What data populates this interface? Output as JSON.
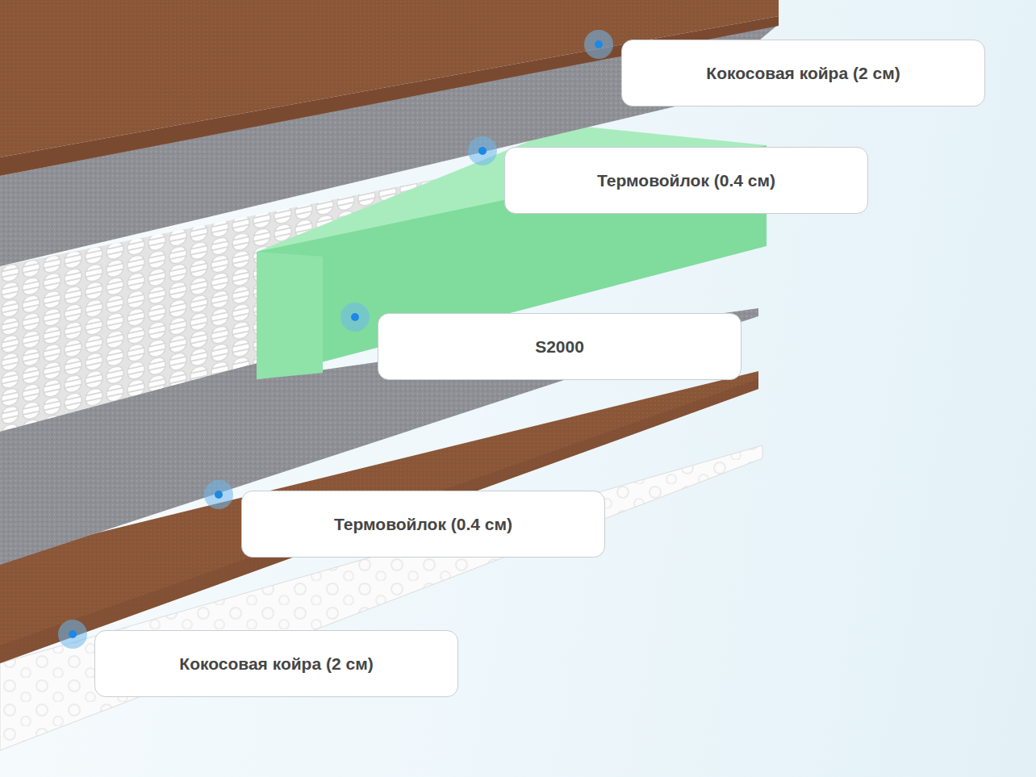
{
  "diagram": {
    "nodes": [
      {
        "text": [
          "Кокосовая койра (2 см)"
        ]
      },
      {
        "text": [
          "Термовойлок (0.4 см)"
        ]
      },
      {
        "text": [
          "S2000"
        ]
      },
      {
        "text": [
          "Термовойлок (0.4 см)"
        ]
      },
      {
        "text": [
          "Кокосовая койра (2 см)"
        ]
      }
    ]
  }
}
